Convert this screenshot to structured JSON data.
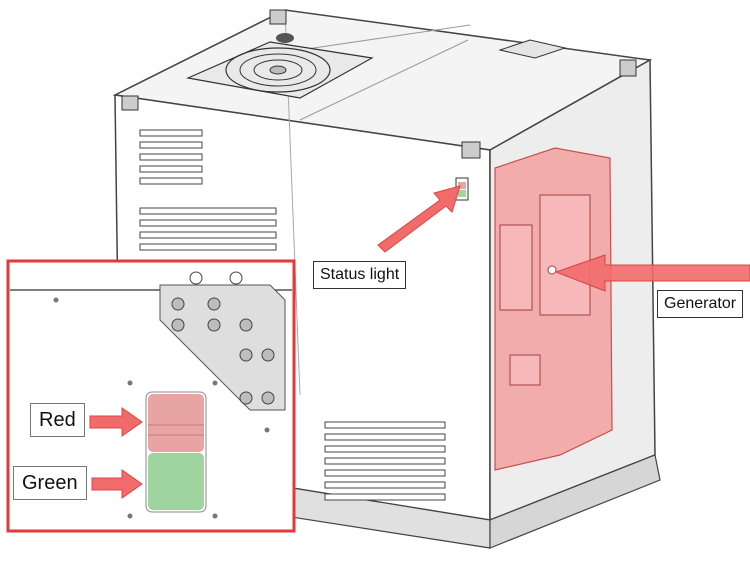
{
  "labels": {
    "status_light": "Status light",
    "generator": "Generator",
    "red": "Red",
    "green": "Green"
  },
  "colors": {
    "highlight_red": "#f26b6b",
    "highlight_red_fill": "#f8a0a0",
    "status_red": "#e8a3a3",
    "status_green": "#9fd49f",
    "inset_border": "#e03a3a",
    "frame_gray": "#9a9a9a",
    "panel_white": "#ffffff"
  }
}
